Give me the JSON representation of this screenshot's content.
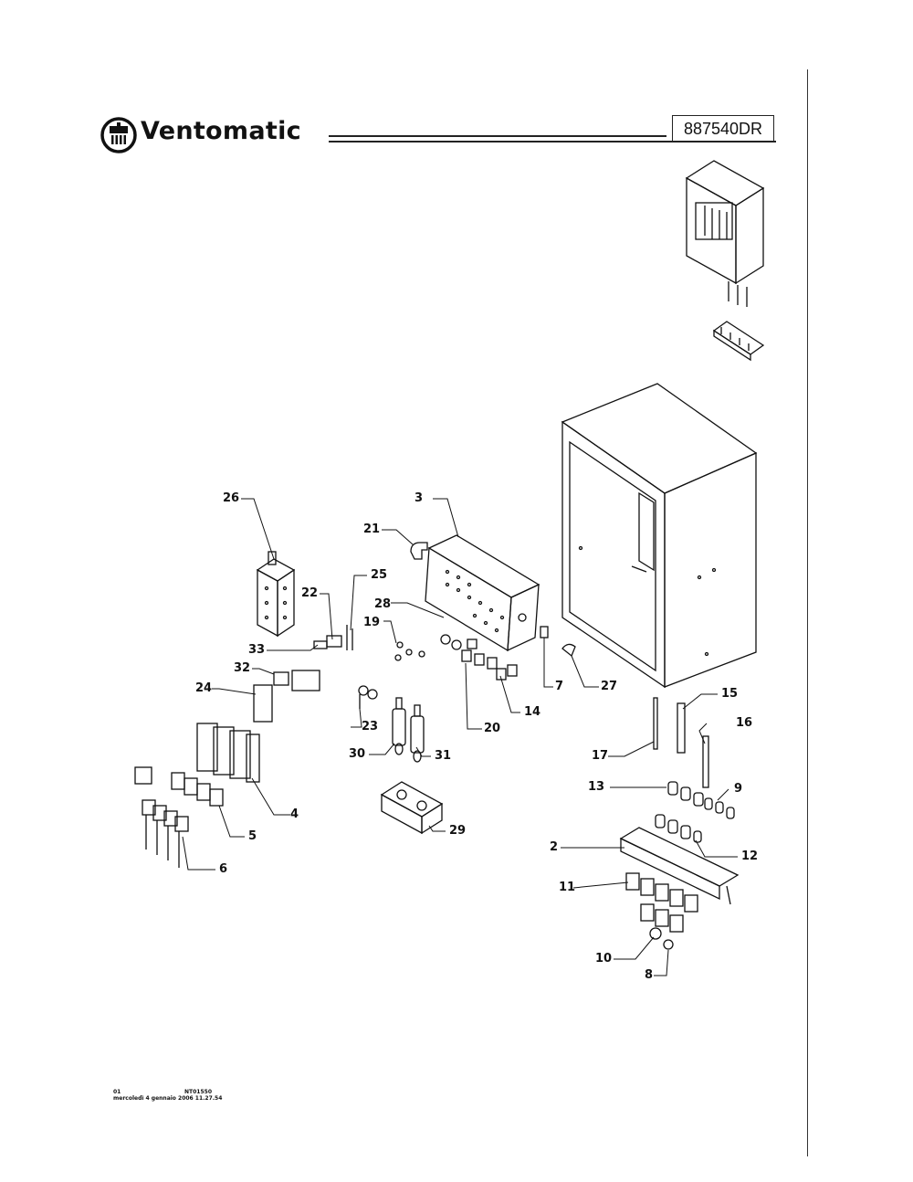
{
  "header": {
    "brand": "Ventomatic",
    "doc_code": "887540DR"
  },
  "callouts": [
    {
      "id": "c26",
      "label": "26"
    },
    {
      "id": "c3",
      "label": "3"
    },
    {
      "id": "c21",
      "label": "21"
    },
    {
      "id": "c25",
      "label": "25"
    },
    {
      "id": "c22",
      "label": "22"
    },
    {
      "id": "c28",
      "label": "28"
    },
    {
      "id": "c19",
      "label": "19"
    },
    {
      "id": "c33",
      "label": "33"
    },
    {
      "id": "c32",
      "label": "32"
    },
    {
      "id": "c24",
      "label": "24"
    },
    {
      "id": "c23",
      "label": "23"
    },
    {
      "id": "c30",
      "label": "30"
    },
    {
      "id": "c31",
      "label": "31"
    },
    {
      "id": "c20",
      "label": "20"
    },
    {
      "id": "c14",
      "label": "14"
    },
    {
      "id": "c7",
      "label": "7"
    },
    {
      "id": "c27",
      "label": "27"
    },
    {
      "id": "c15",
      "label": "15"
    },
    {
      "id": "c16",
      "label": "16"
    },
    {
      "id": "c17",
      "label": "17"
    },
    {
      "id": "c13",
      "label": "13"
    },
    {
      "id": "c9",
      "label": "9"
    },
    {
      "id": "c4",
      "label": "4"
    },
    {
      "id": "c5",
      "label": "5"
    },
    {
      "id": "c6",
      "label": "6"
    },
    {
      "id": "c29",
      "label": "29"
    },
    {
      "id": "c2",
      "label": "2"
    },
    {
      "id": "c12",
      "label": "12"
    },
    {
      "id": "c11",
      "label": "11"
    },
    {
      "id": "c10",
      "label": "10"
    },
    {
      "id": "c8",
      "label": "8"
    }
  ],
  "footer": {
    "sheet": "01",
    "ref": "NT01550",
    "date": "mercoledì 4 gennaio 2006 11.27.54"
  }
}
